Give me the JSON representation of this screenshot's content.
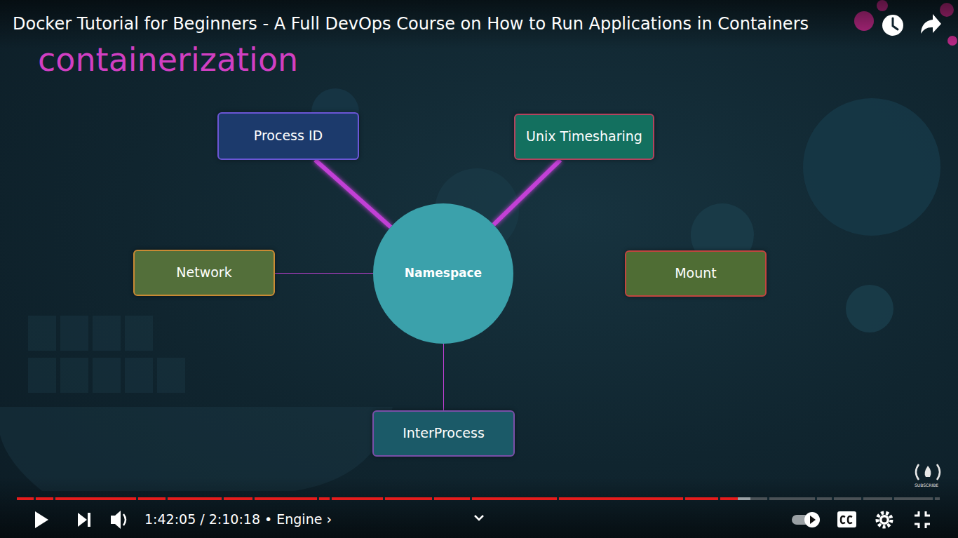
{
  "diagram": {
    "title": "containerization",
    "nodes": [
      {
        "text": [
          "Process ID"
        ]
      },
      {
        "text": [
          "Unix Timesharing"
        ]
      },
      {
        "text": [
          "Network"
        ]
      },
      {
        "text": [
          "Namespace"
        ]
      },
      {
        "text": [
          "Mount"
        ]
      },
      {
        "text": [
          "InterProcess"
        ]
      }
    ],
    "edges": [
      {
        "from": 3,
        "to": 0,
        "arrow": "none"
      },
      {
        "from": 3,
        "to": 1,
        "arrow": "none"
      },
      {
        "from": 3,
        "to": 2,
        "arrow": "none"
      },
      {
        "from": 3,
        "to": 4,
        "arrow": "none"
      },
      {
        "from": 3,
        "to": 5,
        "arrow": "none"
      }
    ],
    "labels": [
      "Docker Tutorial for Beginners - A Full DevOps Course on How to Run Applications in Containers",
      "1:42:05 / 2:10:18 • Engine ›",
      "SUBSCRIBE"
    ]
  }
}
